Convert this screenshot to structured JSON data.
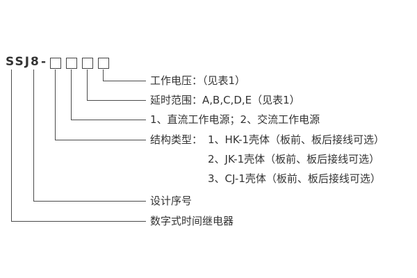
{
  "model": {
    "series": "SSJ",
    "design_number": "8",
    "separator": "-"
  },
  "callouts": {
    "working_voltage": "工作电压：（见表1）",
    "delay_range": "延时范围：A,B,C,D,E（见表1）",
    "power_type": "1、直流工作电源；2、交流工作电源",
    "structure_type_prefix": "结构类型：",
    "structure_types": [
      "1、HK-1壳体（板前、板后接线可选）",
      "2、JK-1壳体（板前、板后接线可选）",
      "3、CJ-1壳体（板前、板后接线可选）"
    ],
    "design_serial": "设计序号",
    "product_name": "数字式时间继电器"
  }
}
